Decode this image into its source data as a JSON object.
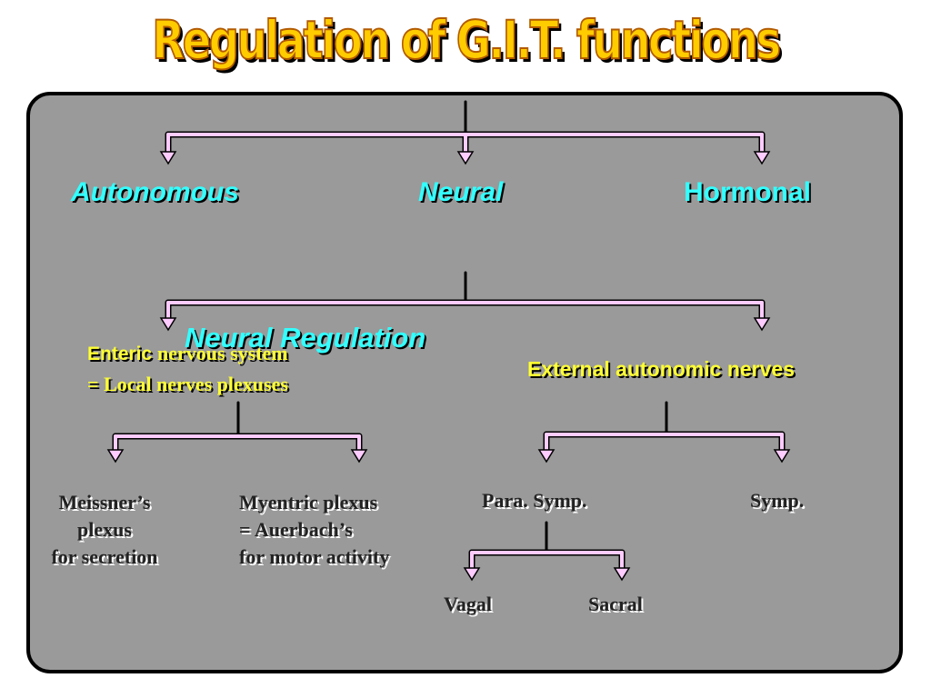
{
  "title": "Regulation of G.I.T. functions",
  "level1": {
    "autonomous": "Autonomous",
    "neural": "Neural",
    "hormonal": "Hormonal"
  },
  "neural_regulation": "Neural Regulation",
  "enteric": {
    "line1": "Enteric nervous system",
    "line2": "= Local nerves plexuses"
  },
  "external": "External autonomic nerves",
  "meissner": {
    "line1": "Meissner’s",
    "line2": "plexus",
    "line3": "for secretion"
  },
  "myentric": {
    "line1": "Myentric plexus",
    "line2": "= Auerbach’s",
    "line3": "for motor activity"
  },
  "para_symp": "Para. Symp.",
  "symp": "Symp.",
  "vagal": "Vagal",
  "sacral": "Sacral",
  "colors": {
    "title_fill": "#ffcc00",
    "title_outline": "#b25a00",
    "panel": "#9a9a9a",
    "connector": "#ffccff",
    "cyan_label": "#33ffff",
    "yellow_label": "#ffff33"
  }
}
